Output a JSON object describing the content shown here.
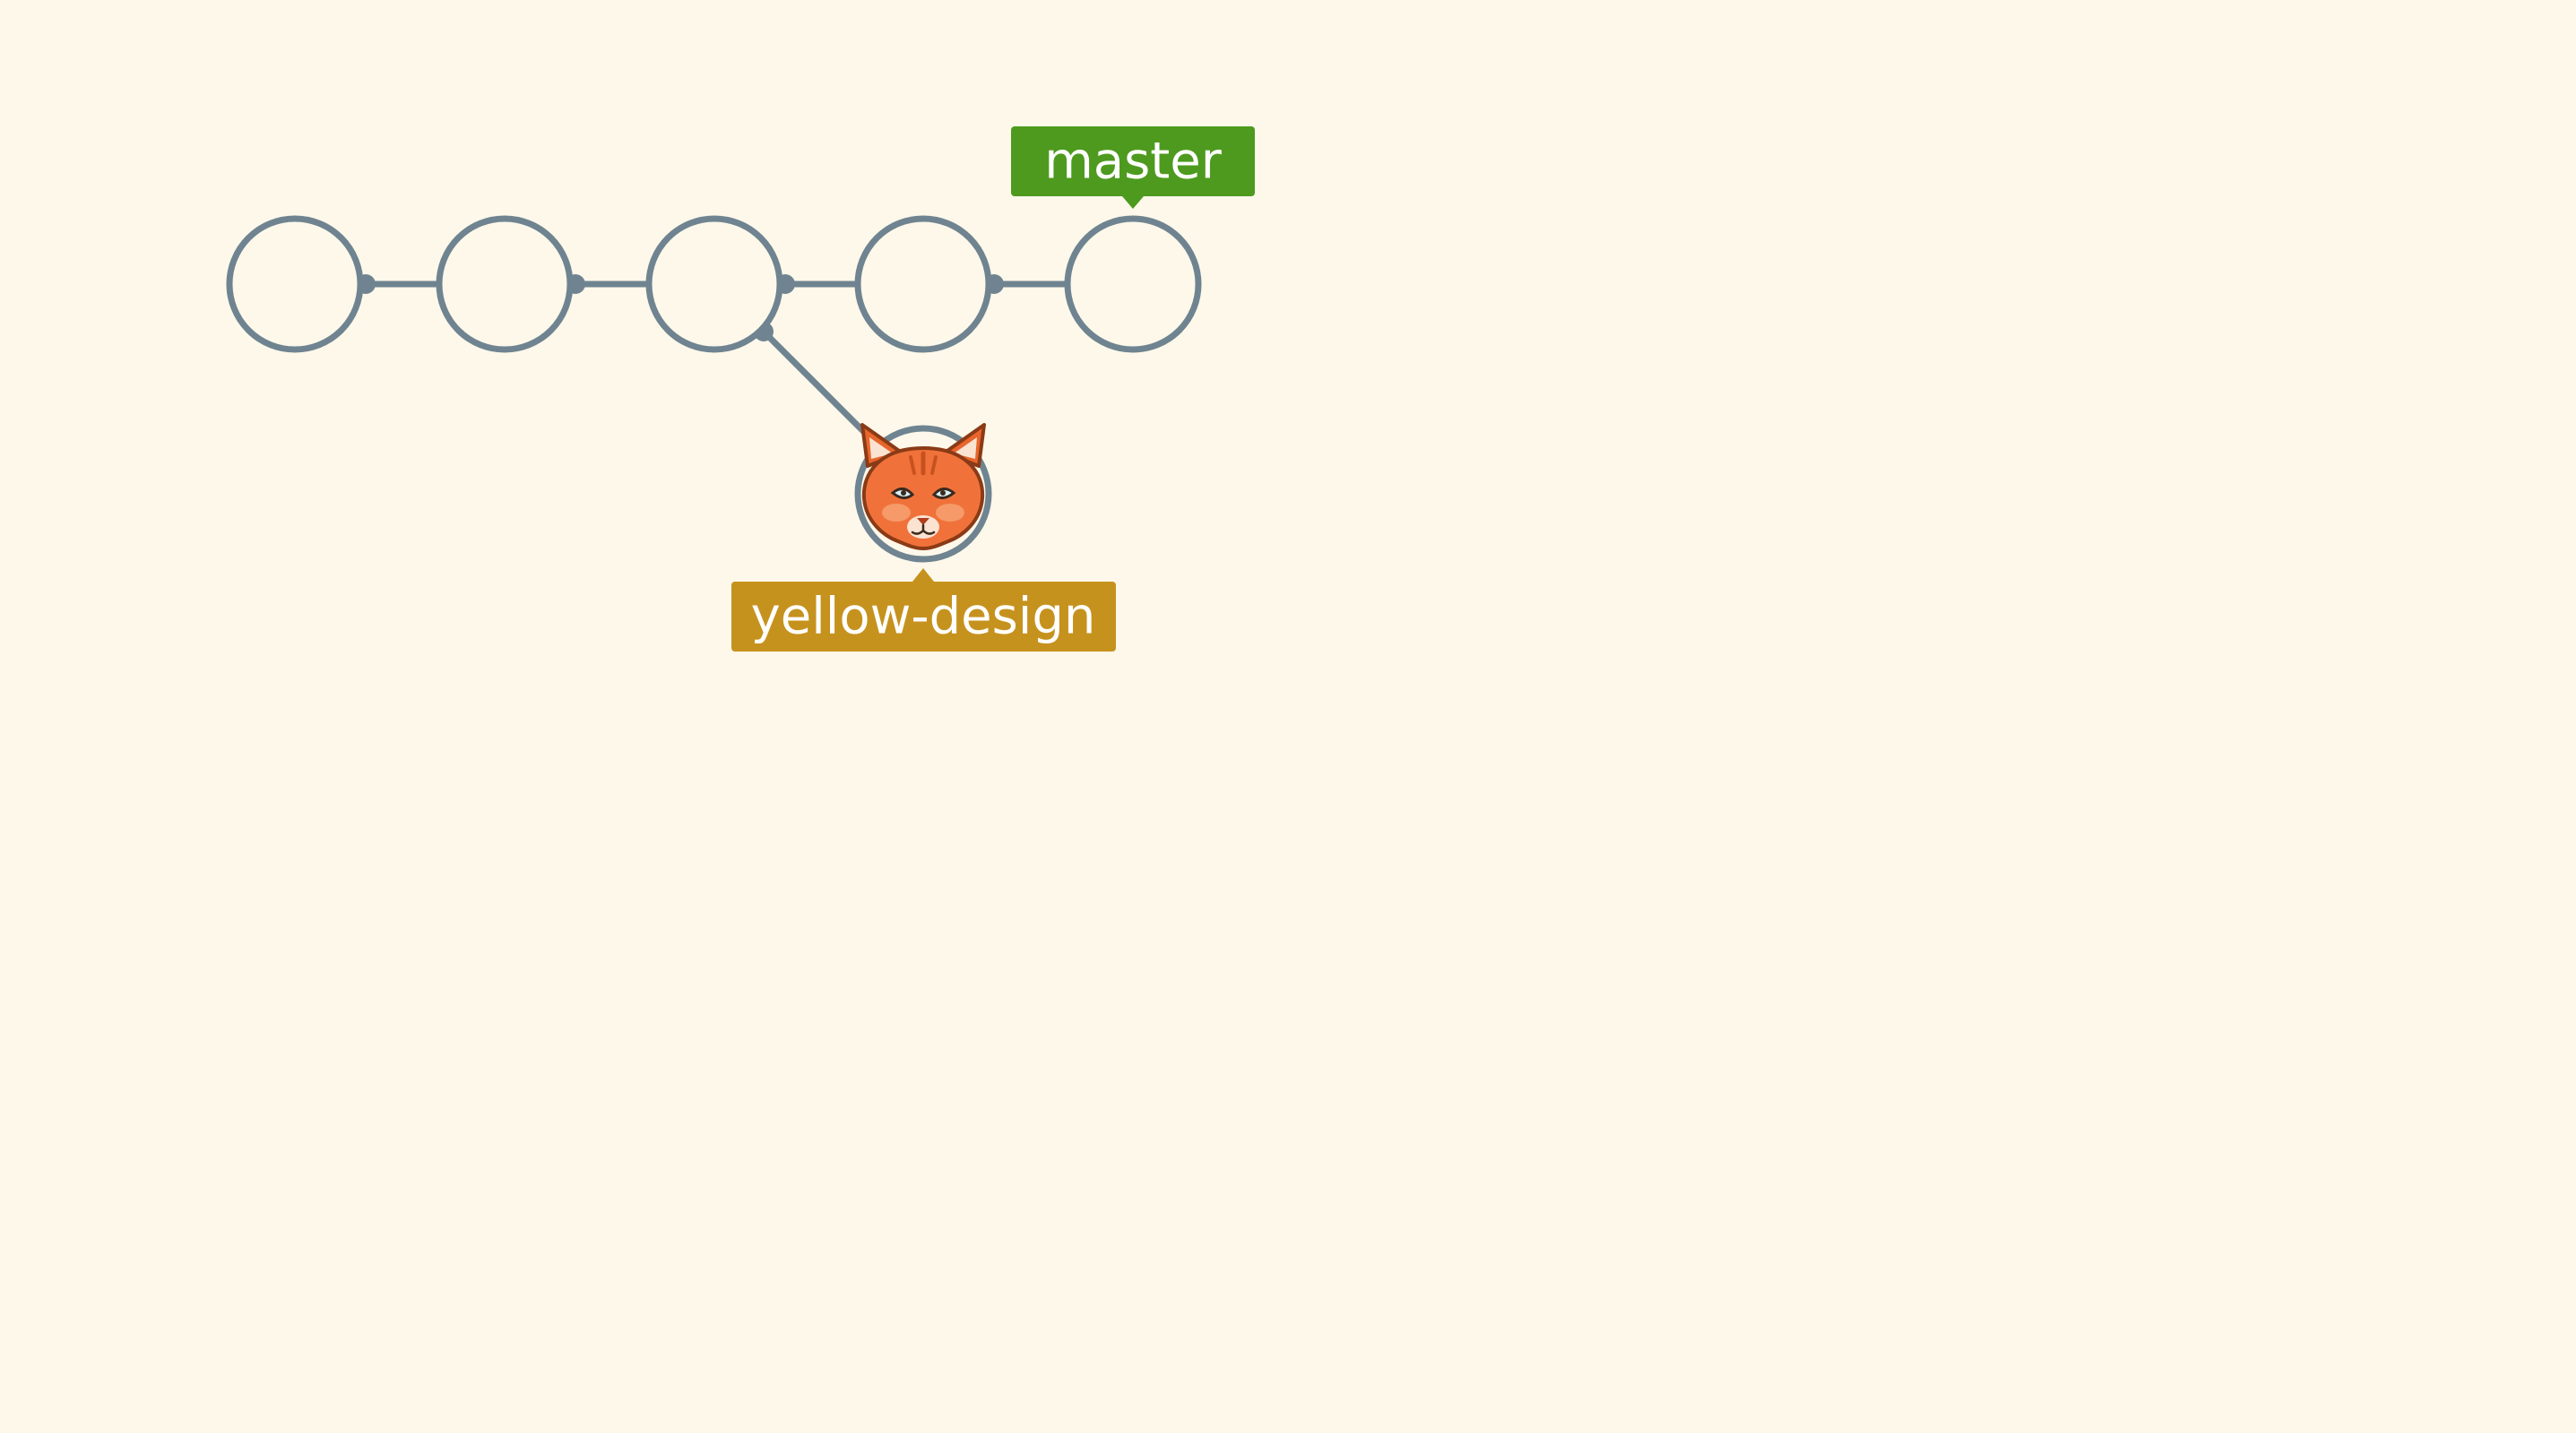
{
  "diagram": {
    "type": "git-branch-graph",
    "branches": [
      {
        "name": "master",
        "color": "#4e9a1f",
        "points_to_commit": 5
      },
      {
        "name": "yellow-design",
        "color": "#c6921e",
        "points_to_commit": "branch-1"
      }
    ],
    "commits": [
      {
        "id": 1,
        "branch": "master"
      },
      {
        "id": 2,
        "branch": "master"
      },
      {
        "id": 3,
        "branch": "master"
      },
      {
        "id": 4,
        "branch": "master"
      },
      {
        "id": 5,
        "branch": "master"
      },
      {
        "id": "branch-1",
        "branch": "yellow-design",
        "parent": 3,
        "icon": "cat-face-icon"
      }
    ],
    "colors": {
      "background": "#fdf8ea",
      "node_stroke": "#6f8490",
      "node_fill": "#fdf8ea",
      "cat_orange": "#e8662b"
    }
  }
}
